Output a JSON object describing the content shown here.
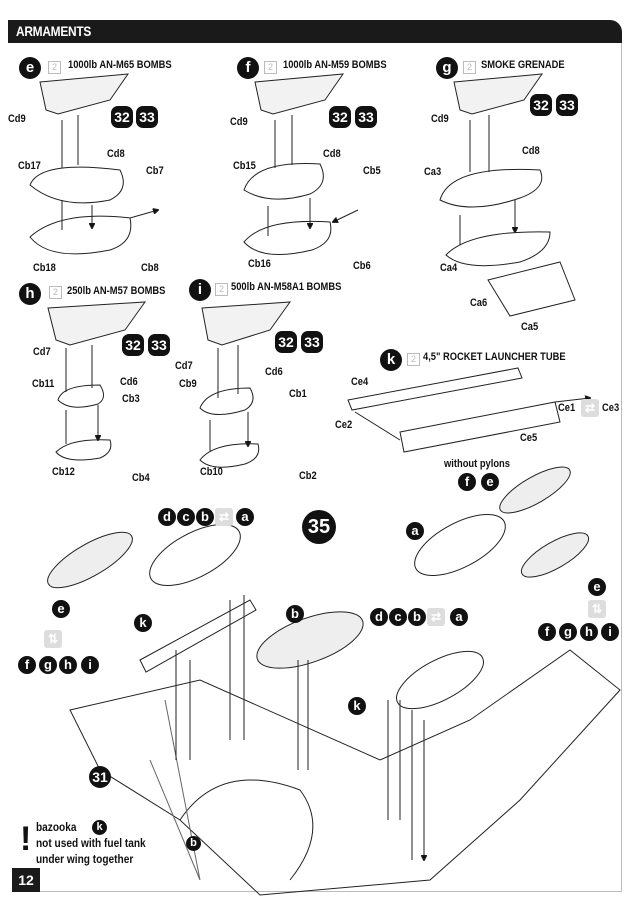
{
  "header": {
    "title": "ARMAMENTS"
  },
  "page_number": "12",
  "sections": {
    "e": {
      "letter": "e",
      "qty": "2",
      "title": "1000lb AN-M65 BOMBS",
      "parts": [
        "Cd9",
        "Cd8",
        "Cb17",
        "Cb7",
        "Cb18",
        "Cb8"
      ],
      "refs": [
        "32",
        "33"
      ]
    },
    "f": {
      "letter": "f",
      "qty": "2",
      "title": "1000lb AN-M59 BOMBS",
      "parts": [
        "Cd9",
        "Cd8",
        "Cb15",
        "Cb5",
        "Cb16",
        "Cb6"
      ],
      "refs": [
        "32",
        "33"
      ]
    },
    "g": {
      "letter": "g",
      "qty": "2",
      "title": "SMOKE GRENADE",
      "parts": [
        "Cd9",
        "Cd8",
        "Ca3",
        "Ca4",
        "Ca6",
        "Ca5"
      ],
      "refs": [
        "32",
        "33"
      ]
    },
    "h": {
      "letter": "h",
      "qty": "2",
      "title": "250lb AN-M57 BOMBS",
      "parts": [
        "Cd7",
        "Cd6",
        "Cb11",
        "Cb3",
        "Cb12",
        "Cb4"
      ],
      "refs": [
        "32",
        "33"
      ]
    },
    "i": {
      "letter": "i",
      "qty": "2",
      "title": "500lb AN-M58A1 BOMBS",
      "parts": [
        "Cd7",
        "Cd6",
        "Cb9",
        "Cb1",
        "Cb10",
        "Cb2"
      ],
      "refs": [
        "32",
        "33"
      ]
    },
    "k": {
      "letter": "k",
      "qty": "2",
      "title": "4,5\" ROCKET LAUNCHER TUBE",
      "parts": [
        "Ce4",
        "Ce2",
        "Ce5",
        "Ce1",
        "Ce3"
      ]
    }
  },
  "step": {
    "number": "35",
    "ref_step": "31",
    "without_pylons": "without pylons",
    "letters": {
      "a": "a",
      "b": "b",
      "c": "c",
      "d": "d",
      "e": "e",
      "f": "f",
      "g": "g",
      "h": "h",
      "i": "i",
      "k": "k"
    }
  },
  "note": {
    "mark": "!",
    "line1": "bazooka",
    "line2": "not used with fuel tank",
    "line3": "under wing  together"
  }
}
